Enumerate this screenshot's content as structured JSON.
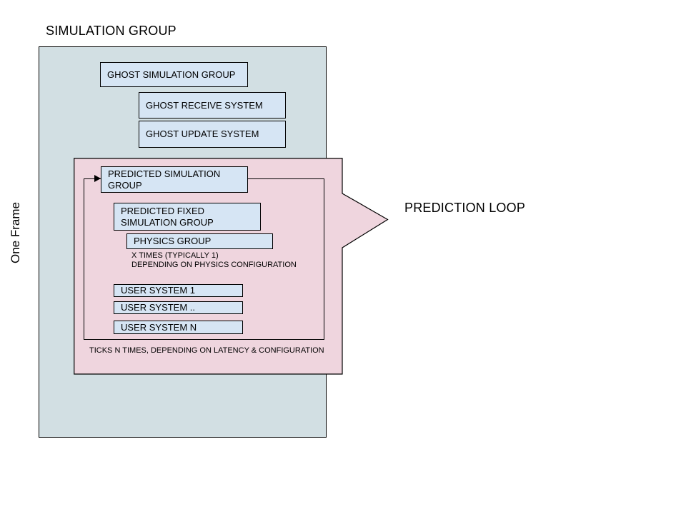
{
  "diagram": {
    "title": "SIMULATION GROUP",
    "side_label": "One Frame",
    "frame_group": {
      "ghost_simulation_group": "GHOST SIMULATION GROUP",
      "ghost_receive_system": "GHOST RECEIVE SYSTEM",
      "ghost_update_system": "GHOST UPDATE SYSTEM"
    },
    "prediction_loop": {
      "callout_label": "PREDICTION LOOP",
      "predicted_simulation_group": "PREDICTED SIMULATION GROUP",
      "predicted_fixed_simulation_group": "PREDICTED FIXED SIMULATION GROUP",
      "physics_group": "PHYSICS GROUP",
      "physics_note_line1": "X TIMES (TYPICALLY 1)",
      "physics_note_line2": "DEPENDING ON PHYSICS CONFIGURATION",
      "user_systems": [
        "USER SYSTEM 1",
        "USER SYSTEM ..",
        "USER SYSTEM N"
      ],
      "ticks_note": "TICKS N TIMES, DEPENDING ON LATENCY & CONFIGURATION"
    },
    "colors": {
      "frame_fill": "#d2dfe3",
      "loop_fill": "#efd5de",
      "box_fill": "#d6e5f4",
      "border": "#000000"
    }
  }
}
